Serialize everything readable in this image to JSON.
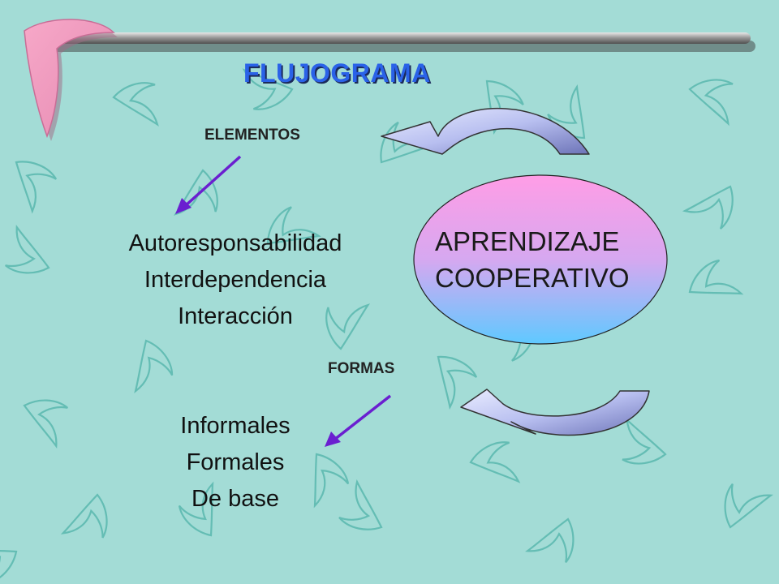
{
  "title": "FLUJOGRAMA",
  "diagram": {
    "center": {
      "line1": "APRENDIZAJE",
      "line2": "COOPERATIVO"
    },
    "elements": {
      "label": "ELEMENTOS",
      "items": [
        "Autoresponsabilidad",
        "Interdependencia",
        "Interacción"
      ]
    },
    "forms": {
      "label": "FORMAS",
      "items": [
        "Informales",
        "Formales",
        "De base"
      ]
    }
  },
  "colors": {
    "background": "#a3dcd6",
    "title": "#2a62e8",
    "pointer_arrow": "#6a1fd0",
    "ellipse_top": "#ff9de6",
    "ellipse_bottom": "#5fc9ff"
  }
}
